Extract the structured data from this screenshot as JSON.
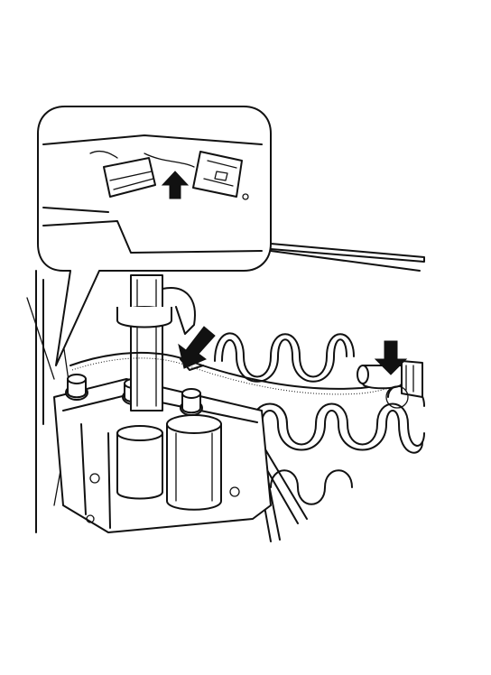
{
  "figure": {
    "kind": "line-drawing",
    "subject": "connector-and-wiring-harness",
    "callouts": [
      "inset-connector-arrow",
      "harness-clip-arrow",
      "sensor-connector-arrow"
    ]
  },
  "colors": {
    "ink": "#111111",
    "paper": "#ffffff"
  }
}
